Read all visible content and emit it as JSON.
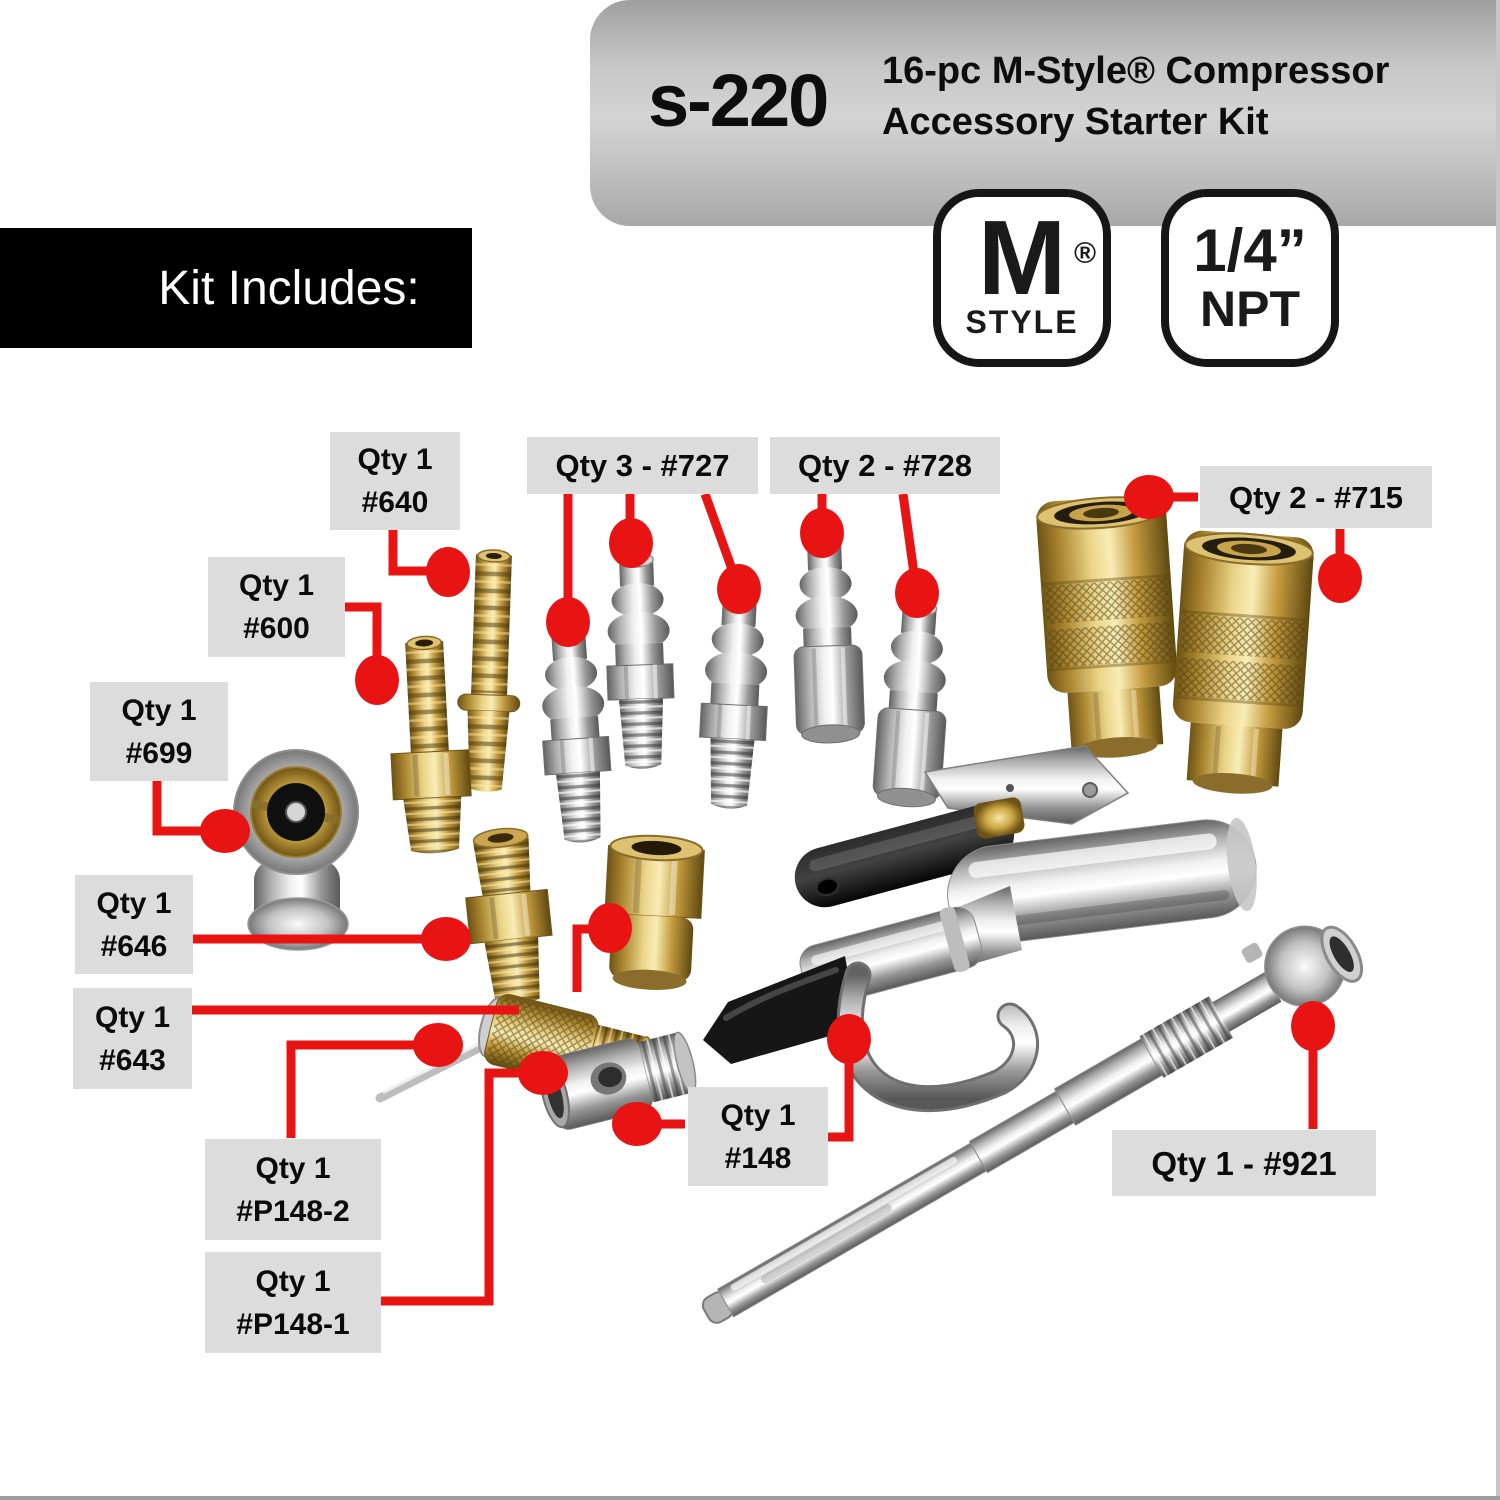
{
  "header": {
    "model": "s-220",
    "title_line1": "16-pc M-Style® Compressor",
    "title_line2": "Accessory Starter Kit"
  },
  "badges": {
    "m_style": {
      "letter": "M",
      "registered_mark": "®",
      "word": "STYLE"
    },
    "npt": {
      "size": "1/4”",
      "thread": "NPT"
    }
  },
  "kit_bar": {
    "label": "Kit Includes:"
  },
  "colors": {
    "callout_red": "#e81414",
    "label_bg": "#dcdcdc",
    "header_gray": "#c6c6c6",
    "brass": "#d8b95c",
    "steel": "#c7c7c7"
  },
  "callouts": [
    {
      "id": "640",
      "line1": "Qty 1",
      "line2": "#640"
    },
    {
      "id": "727",
      "line1": "Qty 3 - #727"
    },
    {
      "id": "728",
      "line1": "Qty 2 - #728"
    },
    {
      "id": "715",
      "line1": "Qty 2 - #715"
    },
    {
      "id": "600",
      "line1": "Qty 1",
      "line2": "#600"
    },
    {
      "id": "699",
      "line1": "Qty 1",
      "line2": "#699"
    },
    {
      "id": "646",
      "line1": "Qty 1",
      "line2": "#646"
    },
    {
      "id": "643",
      "line1": "Qty 1",
      "line2": "#643"
    },
    {
      "id": "P148-2",
      "line1": "Qty 1",
      "line2": "#P148-2"
    },
    {
      "id": "P148-1",
      "line1": "Qty 1",
      "line2": "#P148-1"
    },
    {
      "id": "148",
      "line1": "Qty 1",
      "line2": "#148"
    },
    {
      "id": "921",
      "line1": "Qty 1 - #921"
    }
  ]
}
